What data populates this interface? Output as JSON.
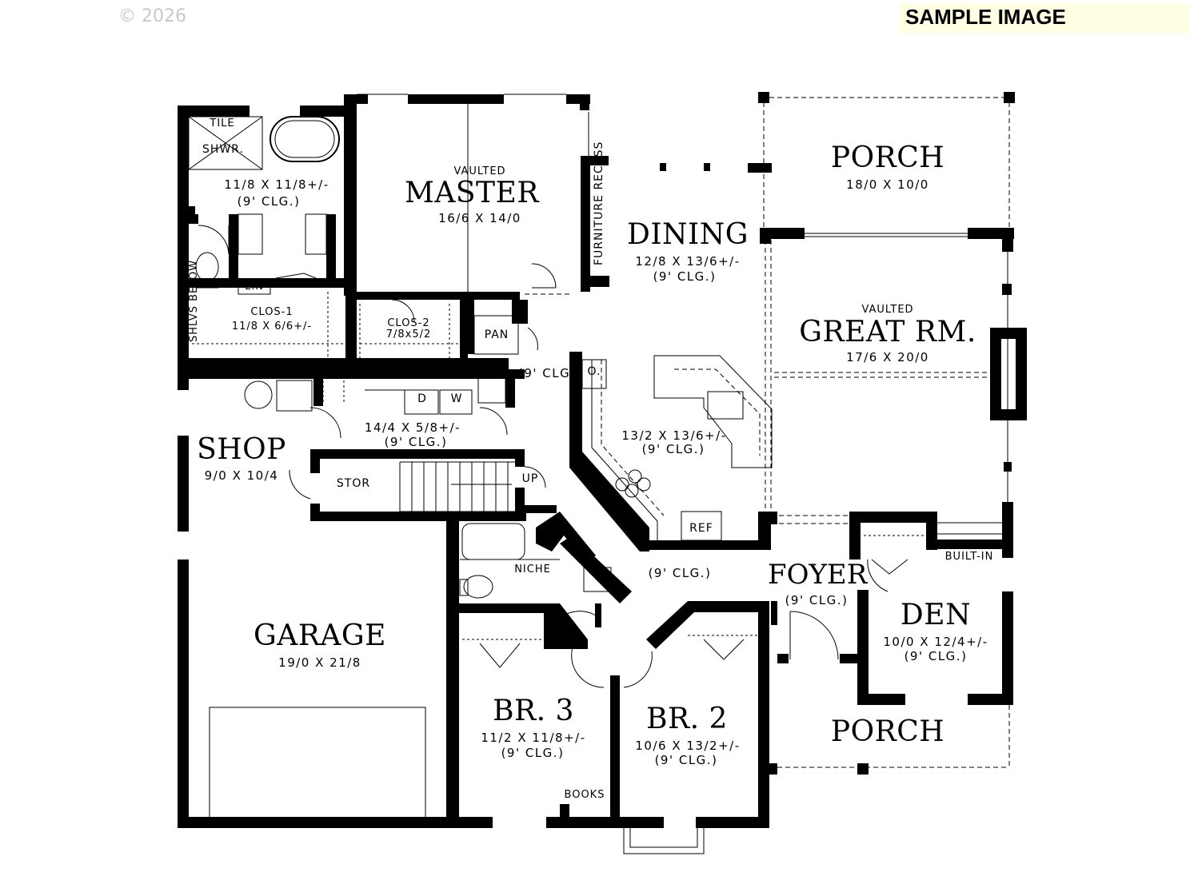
{
  "header": {
    "copyright": "© 2026",
    "sample_label": "SAMPLE IMAGE"
  },
  "rooms": {
    "porch_top": {
      "name": "PORCH",
      "dims": "18/0 X 10/0"
    },
    "master": {
      "prefix": "VAULTED",
      "name": "MASTER",
      "dims": "16/6 X 14/0"
    },
    "bath": {
      "tile": "TILE",
      "shower": "SHWR.",
      "dims": "11/8 X 11/8+/-",
      "ceiling": "(9' CLG.)",
      "lin": "LIN",
      "shelves": "SHLVS BELOW"
    },
    "clos1": {
      "name": "CLOS-1",
      "dims": "11/8 X 6/6+/-"
    },
    "clos2": {
      "name": "CLOS-2",
      "dims": "7/8x5/2"
    },
    "furniture": "FURNITURE RECESS",
    "dining": {
      "name": "DINING",
      "dims": "12/8 X 13/6+/-",
      "ceiling": "(9' CLG.)"
    },
    "great": {
      "prefix": "VAULTED",
      "name": "GREAT RM.",
      "dims": "17/6 X 20/0"
    },
    "pantry": {
      "name": "PAN",
      "ceiling": "(9' CLG.)"
    },
    "oven": "O.",
    "kitchen": {
      "dims": "13/2 X 13/6+/-",
      "ceiling": "(9' CLG.)"
    },
    "laundry": {
      "dryer": "D",
      "washer": "W",
      "dims": "14/4 X 5/8+/-",
      "ceiling": "(9' CLG.)"
    },
    "shop": {
      "name": "SHOP",
      "dims": "9/0 X 10/4"
    },
    "stor": "STOR",
    "up": "UP",
    "ref": "REF",
    "niche": "NICHE",
    "hall": {
      "ceiling": "(9' CLG.)"
    },
    "foyer": {
      "name": "FOYER",
      "ceiling": "(9' CLG.)"
    },
    "builtin": "BUILT-IN",
    "den": {
      "name": "DEN",
      "dims": "10/0 X 12/4+/-",
      "ceiling": "(9' CLG.)"
    },
    "garage": {
      "name": "GARAGE",
      "dims": "19/0 X 21/8"
    },
    "br3": {
      "name": "BR. 3",
      "dims": "11/2 X 11/8+/-",
      "ceiling": "(9' CLG.)",
      "books": "BOOKS"
    },
    "br2": {
      "name": "BR. 2",
      "dims": "10/6 X 13/2+/-",
      "ceiling": "(9' CLG.)"
    },
    "porch_front": {
      "name": "PORCH"
    }
  }
}
